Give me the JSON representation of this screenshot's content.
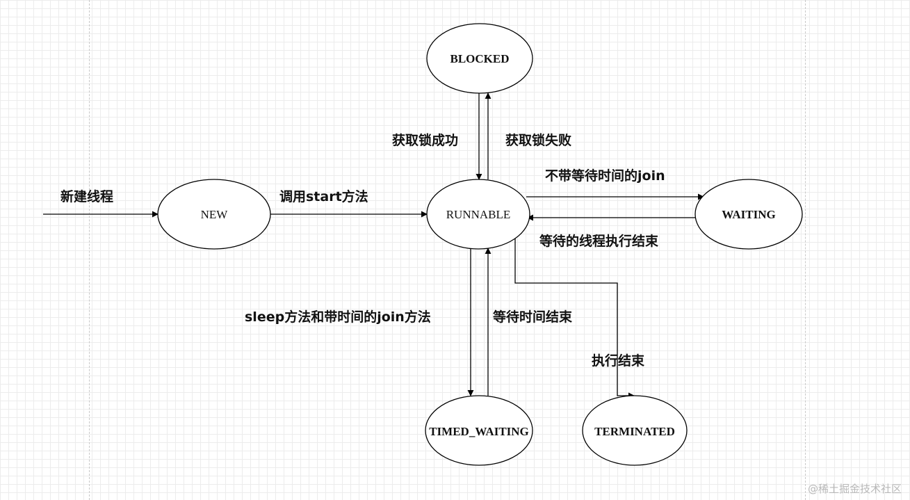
{
  "states": {
    "blocked": "BLOCKED",
    "new": "NEW",
    "runnable": "RUNNABLE",
    "waiting": "WAITING",
    "timed_waiting": "TIMED_WAITING",
    "terminated": "TERMINATED"
  },
  "transitions": {
    "create_thread": "新建线程",
    "call_start": "调用start方法",
    "lock_acquired": "获取锁成功",
    "lock_failed": "获取锁失败",
    "join_no_timeout": "不带等待时间的join",
    "joined_thread_finished": "等待的线程执行结束",
    "sleep_or_timed_join": "sleep方法和带时间的join方法",
    "wait_time_over": "等待时间结束",
    "execution_finished": "执行结束"
  },
  "watermark": "@稀土掘金技术社区"
}
